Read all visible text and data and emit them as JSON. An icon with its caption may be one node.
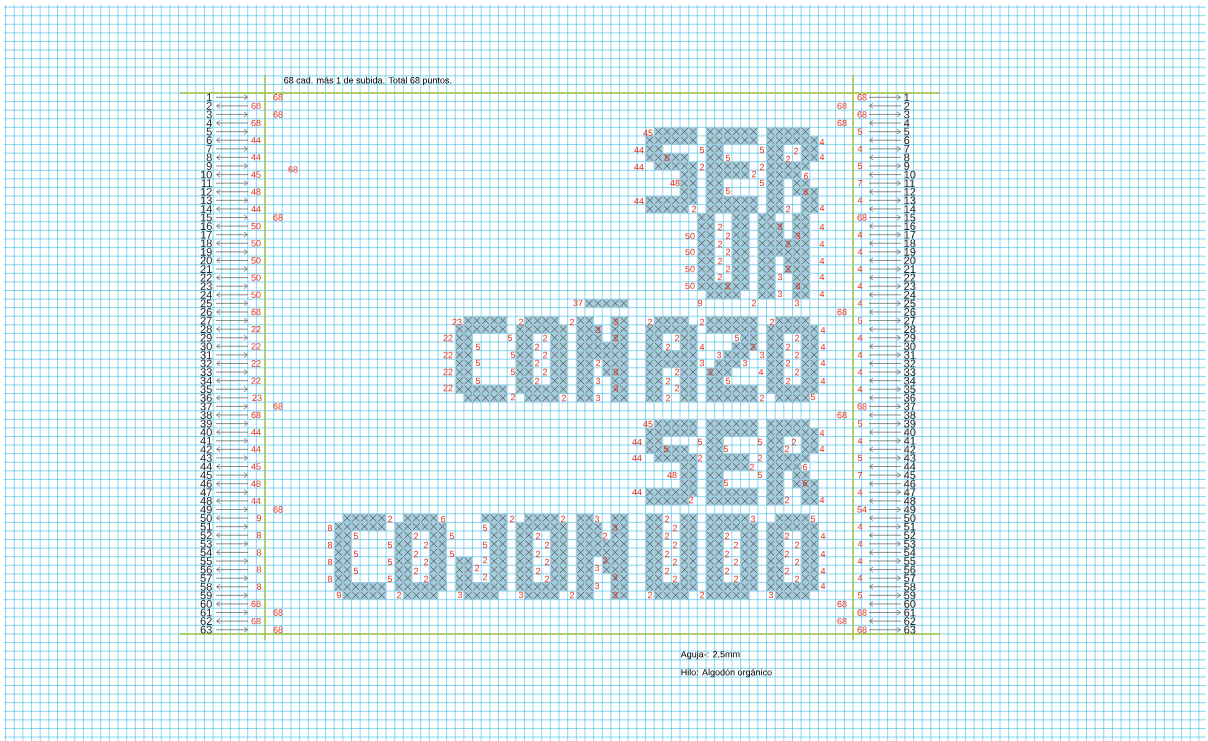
{
  "diagram": {
    "labels": [
      "68 cad. más 1 de subida. Total 68 puntos.",
      "1",
      "2",
      "3",
      "4",
      "5",
      "6",
      "7",
      "8",
      "9",
      "10",
      "11",
      "12",
      "13",
      "14",
      "15",
      "16",
      "17",
      "18",
      "19",
      "20",
      "21",
      "22",
      "23",
      "24",
      "25",
      "26",
      "27",
      "28",
      "29",
      "30",
      "31",
      "32",
      "33",
      "34",
      "35",
      "36",
      "37",
      "38",
      "39",
      "40",
      "41",
      "42",
      "43",
      "44",
      "45",
      "46",
      "47",
      "48",
      "49",
      "50",
      "51",
      "52",
      "53",
      "54",
      "55",
      "56",
      "57",
      "58",
      "59",
      "60",
      "61",
      "62",
      "63",
      "68",
      "68",
      "68",
      "68",
      "44",
      "44",
      "68",
      "45",
      "48",
      "44",
      "68",
      "50",
      "50",
      "50",
      "50",
      "50",
      "68",
      "22",
      "22",
      "22",
      "22",
      "23",
      "68",
      "68",
      "44",
      "44",
      "45",
      "48",
      "44",
      "68",
      "9",
      "8",
      "8",
      "8",
      "8",
      "68",
      "68",
      "68",
      "68",
      "45",
      "4",
      "44",
      "5",
      "5",
      "2",
      "5",
      "5",
      "2",
      "4",
      "44",
      "2",
      "2",
      "2",
      "6",
      "48",
      "5",
      "5",
      "6",
      "44",
      "2",
      "2",
      "4",
      "2",
      "3",
      "4",
      "50",
      "2",
      "3",
      "2",
      "2",
      "4",
      "50",
      "2",
      "2",
      "4",
      "50",
      "2",
      "2",
      "2",
      "3",
      "4",
      "50",
      "2",
      "3",
      "3",
      "4",
      "37",
      "9",
      "2",
      "3",
      "23",
      "2",
      "2",
      "3",
      "2",
      "2",
      "2",
      "3",
      "4",
      "22",
      "5",
      "2",
      "2",
      "2",
      "5",
      "2",
      "5",
      "2",
      "2",
      "4",
      "2",
      "2",
      "4",
      "22",
      "5",
      "2",
      "3",
      "3",
      "2",
      "5",
      "2",
      "2",
      "3",
      "3",
      "2",
      "4",
      "22",
      "5",
      "2",
      "3",
      "2",
      "2",
      "4",
      "2",
      "5",
      "2",
      "3",
      "2",
      "5",
      "2",
      "4",
      "22",
      "3",
      "2",
      "2",
      "2",
      "3",
      "2",
      "2",
      "5",
      "45",
      "4",
      "44",
      "5",
      "5",
      "2",
      "5",
      "5",
      "2",
      "4",
      "44",
      "2",
      "2",
      "2",
      "6",
      "48",
      "5",
      "5",
      "6",
      "44",
      "2",
      "2",
      "4",
      "2",
      "6",
      "2",
      "2",
      "3",
      "2",
      "3",
      "5",
      "8",
      "5",
      "3",
      "2",
      "5",
      "2",
      "5",
      "2",
      "2",
      "2",
      "2",
      "2",
      "4",
      "8",
      "5",
      "2",
      "5",
      "2",
      "2",
      "2",
      "2",
      "5",
      "2",
      "5",
      "2",
      "2",
      "2",
      "2",
      "4",
      "8",
      "5",
      "2",
      "2",
      "2",
      "2",
      "2",
      "2",
      "2",
      "5",
      "2",
      "2",
      "2",
      "3",
      "2",
      "2",
      "2",
      "4",
      "8",
      "5",
      "2",
      "2",
      "2",
      "3",
      "2",
      "2",
      "2",
      "3",
      "4",
      "9",
      "2",
      "3",
      "3",
      "2",
      "3",
      "2",
      "2",
      "3",
      "68",
      "68",
      "68",
      "68",
      "5",
      "4",
      "5",
      "7",
      "4",
      "68",
      "4",
      "4",
      "4",
      "4",
      "4",
      "68",
      "5",
      "4",
      "4",
      "4",
      "4",
      "68",
      "68",
      "5",
      "4",
      "5",
      "7",
      "4",
      "54",
      "4",
      "4",
      "4",
      "4",
      "5",
      "68",
      "68",
      "68",
      "68",
      "1",
      "2",
      "3",
      "4",
      "5",
      "6",
      "7",
      "8",
      "9",
      "10",
      "11",
      "12",
      "13",
      "14",
      "15",
      "16",
      "17",
      "18",
      "19",
      "20",
      "21",
      "22",
      "23",
      "24",
      "25",
      "26",
      "27",
      "28",
      "29",
      "30",
      "31",
      "32",
      "33",
      "34",
      "35",
      "36",
      "37",
      "38",
      "39",
      "40",
      "41",
      "42",
      "43",
      "44",
      "45",
      "46",
      "47",
      "48",
      "49",
      "50",
      "51",
      "52",
      "53",
      "54",
      "55",
      "56",
      "57",
      "58",
      "59",
      "60",
      "61",
      "62",
      "63",
      "Aguja-: 2,5mm",
      "Hilo: Algodón orgánico"
    ]
  }
}
